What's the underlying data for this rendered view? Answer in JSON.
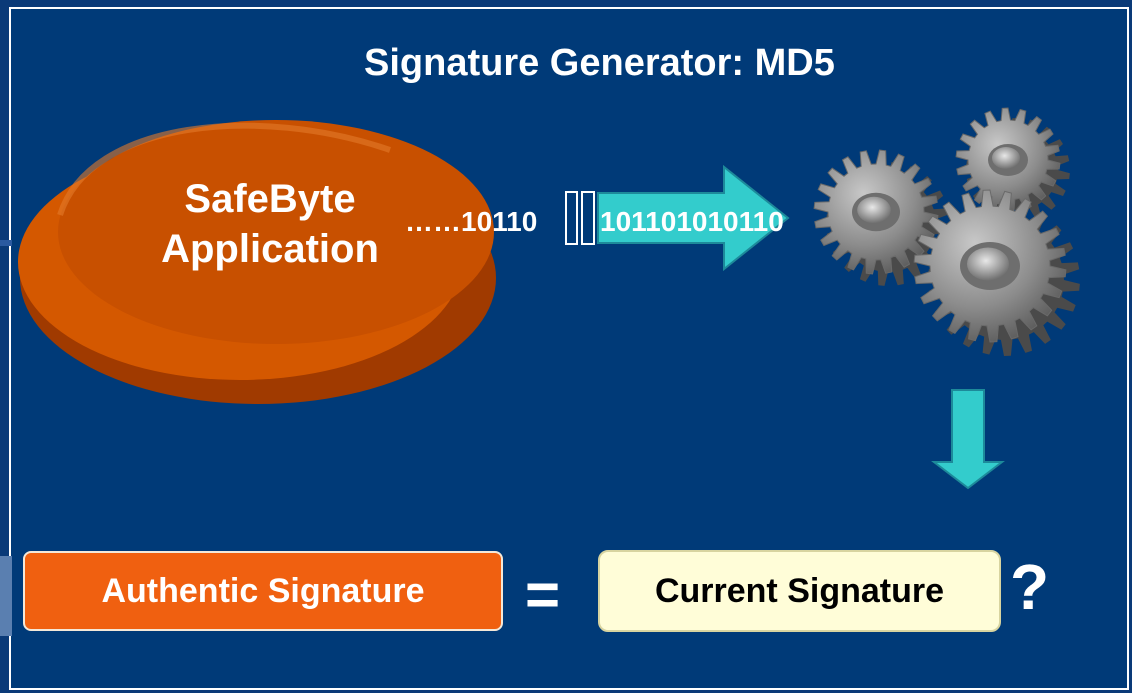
{
  "slide": {
    "title": "Signature Generator: MD5",
    "application": {
      "line1": "SafeByte",
      "line2": "Application",
      "color": "#c85000"
    },
    "bitstream": {
      "prefix": "……10110",
      "stream": "101101010110"
    },
    "generator": {
      "icon": "gears-icon"
    },
    "arrow_color": "#33cccc",
    "comparison": {
      "authentic_label": "Authentic Signature",
      "authentic_color": "#f06010",
      "equals_symbol": "=",
      "current_label": "Current Signature",
      "current_color": "#fffdd8",
      "question_mark": "?"
    },
    "background_color": "#0a3a78"
  }
}
